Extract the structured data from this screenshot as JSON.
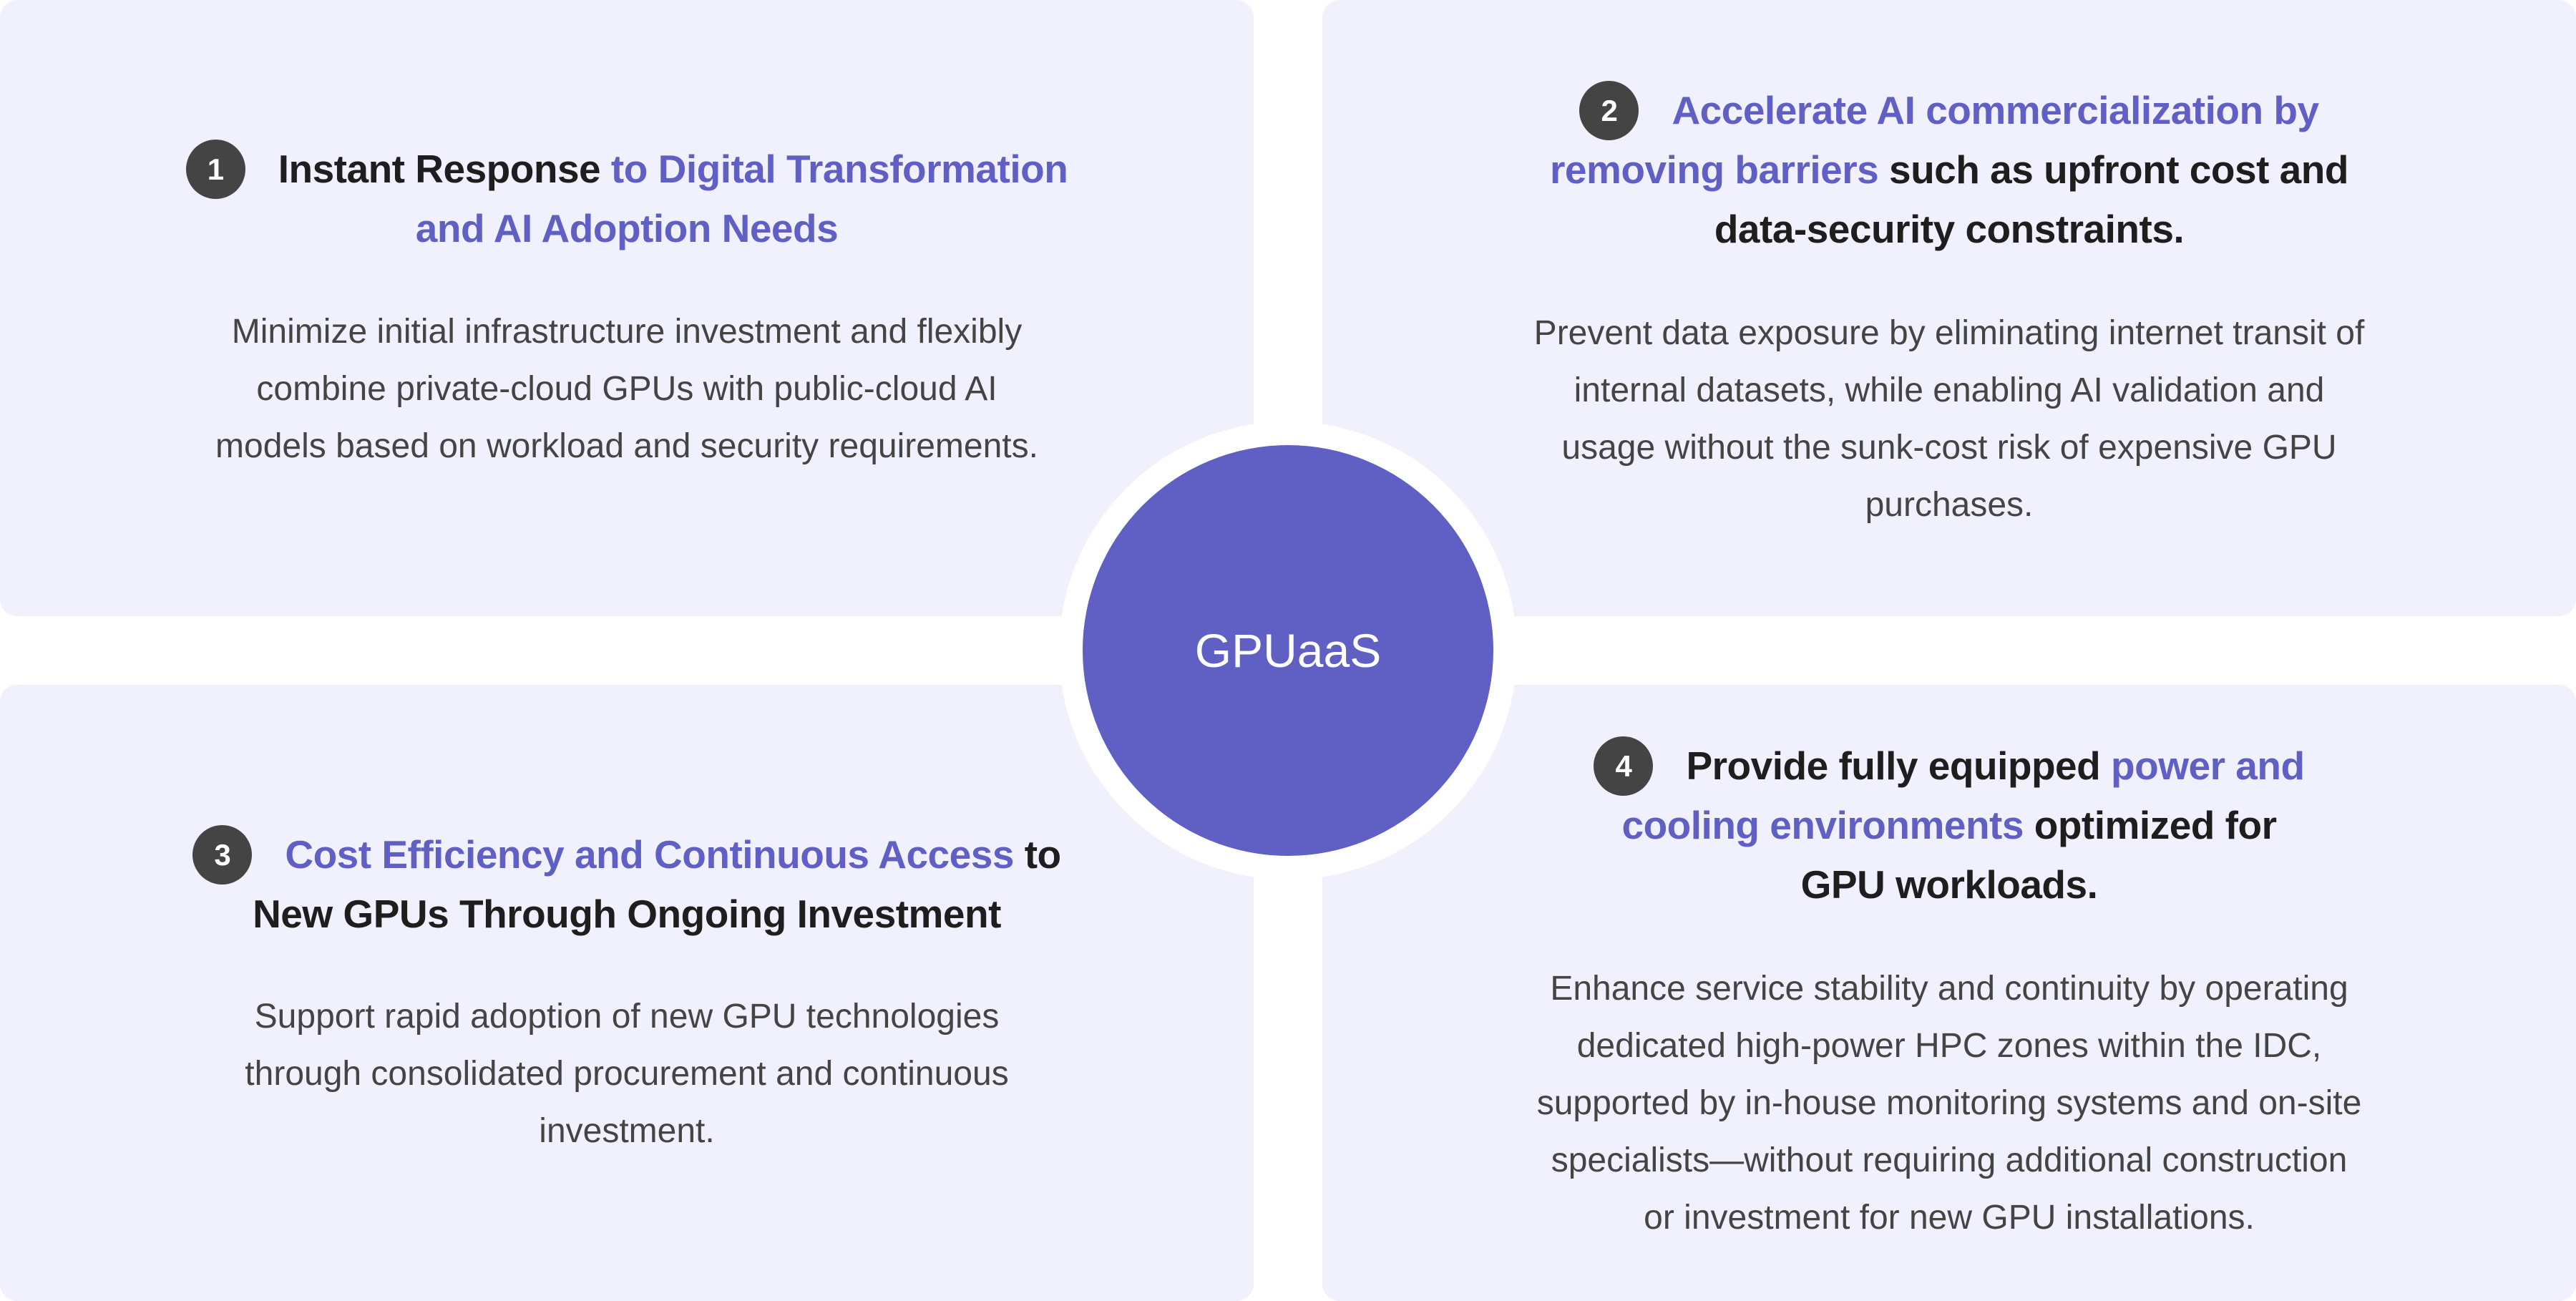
{
  "colors": {
    "accent": "#5f5fc4",
    "card_bg": "#f1f1fd",
    "badge": "#444444",
    "text_dark": "#1e1e1e",
    "text_body": "#444444"
  },
  "center": {
    "label": "GPUaaS"
  },
  "cards": [
    {
      "number": "1",
      "heading": [
        [
          {
            "text": "Instant Response ",
            "style": "dark"
          },
          {
            "text": "to Digital Transformation",
            "style": "accent"
          }
        ],
        [
          {
            "text": "and AI Adoption Needs",
            "style": "accent"
          }
        ]
      ],
      "body": [
        "Minimize initial infrastructure investment and flexibly",
        "combine private-cloud GPUs with public-cloud AI",
        "models based on workload and security requirements."
      ]
    },
    {
      "number": "2",
      "heading": [
        [
          {
            "text": "Accelerate AI commercialization by",
            "style": "accent"
          }
        ],
        [
          {
            "text": "removing barriers",
            "style": "accent"
          },
          {
            "text": " such as upfront cost and",
            "style": "dark"
          }
        ],
        [
          {
            "text": "data-security constraints.",
            "style": "dark"
          }
        ]
      ],
      "body": [
        "Prevent data exposure by eliminating internet transit of",
        "internal datasets, while enabling AI validation and",
        "usage without the sunk-cost risk of expensive GPU",
        "purchases."
      ]
    },
    {
      "number": "3",
      "heading": [
        [
          {
            "text": "Cost Efficiency and Continuous Access",
            "style": "accent"
          },
          {
            "text": " to",
            "style": "dark"
          }
        ],
        [
          {
            "text": "New GPUs Through Ongoing Investment",
            "style": "dark"
          }
        ]
      ],
      "body": [
        "Support rapid adoption of new GPU technologies",
        "through consolidated procurement and continuous",
        "investment."
      ]
    },
    {
      "number": "4",
      "heading": [
        [
          {
            "text": "Provide fully equipped ",
            "style": "dark"
          },
          {
            "text": "power and",
            "style": "accent"
          }
        ],
        [
          {
            "text": "cooling environments",
            "style": "accent"
          },
          {
            "text": " optimized for",
            "style": "dark"
          }
        ],
        [
          {
            "text": "GPU workloads.",
            "style": "dark"
          }
        ]
      ],
      "body": [
        "Enhance service stability and continuity by operating",
        "dedicated high-power HPC zones within the IDC,",
        "supported by in-house monitoring systems and on-site",
        "specialists—without requiring additional construction",
        "or investment for new GPU installations."
      ]
    }
  ]
}
